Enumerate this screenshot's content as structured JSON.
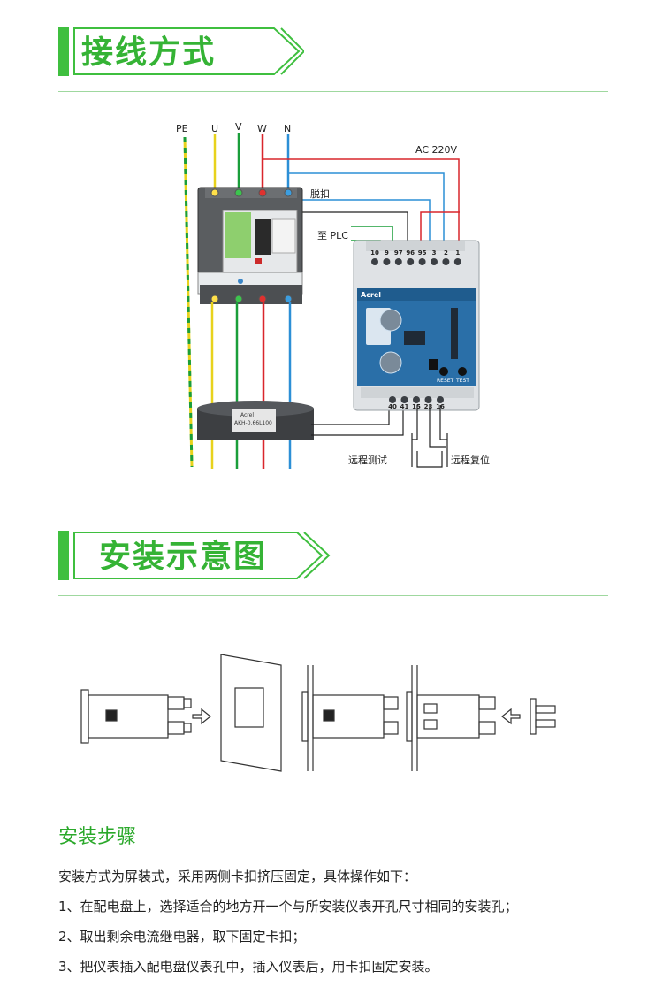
{
  "section1": {
    "title": "接线方式"
  },
  "section2": {
    "title": "安装示意图"
  },
  "wiring": {
    "phase_labels": [
      "PE",
      "U",
      "V",
      "W",
      "N"
    ],
    "supply_label": "AC 220V",
    "trip_label": "脱扣",
    "plc_label": "至 PLC",
    "relay_top_terminals": [
      "10",
      "9",
      "97",
      "96",
      "95",
      "3",
      "2",
      "1"
    ],
    "relay_bottom_terminals": [
      "40",
      "41",
      "15",
      "23",
      "16"
    ],
    "relay_brand": "Acrel",
    "relay_buttons": [
      "RESET",
      "TEST"
    ],
    "ct_brand": "Acrel",
    "ct_model": "AKH-0.66L100",
    "remote_test_label": "远程测试",
    "remote_reset_label": "远程复位"
  },
  "steps": {
    "title": "安装步骤",
    "intro": "安装方式为屏装式，采用两侧卡扣挤压固定，具体操作如下：",
    "items": [
      "1、在配电盘上，选择适合的地方开一个与所安装仪表开孔尺寸相同的安装孔；",
      "2、取出剩余电流继电器，取下固定卡扣；",
      "3、把仪表插入配电盘仪表孔中，插入仪表后，用卡扣固定安装。"
    ]
  },
  "colors": {
    "accent": "#3fbf3f",
    "title_green": "#35b335",
    "wire_yellow": "#e8d21c",
    "wire_green": "#1a9e3a",
    "wire_red": "#d9262c",
    "wire_blue": "#2c8fd6",
    "relay_panel": "#2a6fa8"
  }
}
